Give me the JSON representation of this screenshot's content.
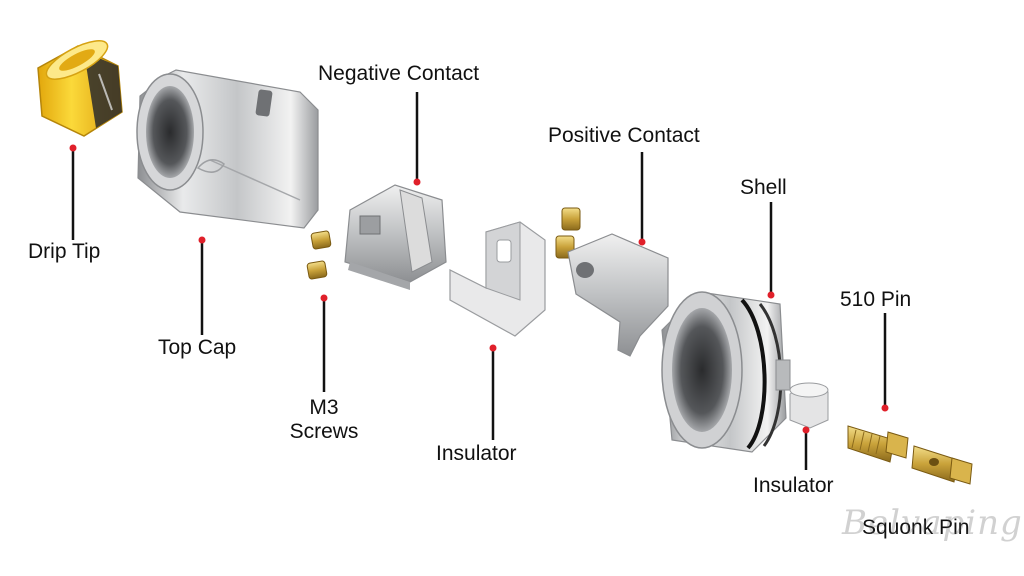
{
  "labels": {
    "drip_tip": "Drip Tip",
    "top_cap": "Top Cap",
    "negative_contact": "Negative Contact",
    "m3_screws_line1": "M3",
    "m3_screws_line2": "Screws",
    "insulator_center": "Insulator",
    "positive_contact": "Positive Contact",
    "shell": "Shell",
    "pin_510": "510 Pin",
    "insulator_bottom": "Insulator",
    "squonk_pin": "Squonk Pin"
  },
  "watermark": "Belvaping.com",
  "colors": {
    "leader_line": "#111111",
    "leader_dot": "#e0202a",
    "steel": "#c9cacc",
    "drip_tip_resin": "#f4c51a",
    "brass": "#c9a23a",
    "insulator": "#e6e6e6"
  }
}
